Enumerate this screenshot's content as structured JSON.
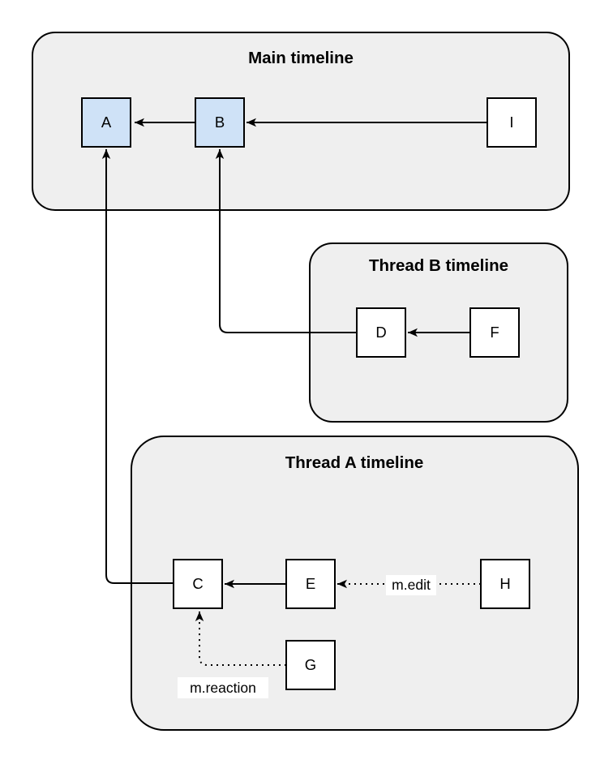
{
  "diagram": {
    "colors": {
      "container_fill": "#efefef",
      "container_stroke": "#000000",
      "event_fill": "#ffffff",
      "event_highlight_fill": "#cfe2f7",
      "event_stroke": "#000000",
      "arrow_color": "#000000",
      "label_bg": "#ffffff"
    },
    "containers": {
      "main": {
        "title": "Main timeline"
      },
      "thread_b": {
        "title": "Thread B timeline"
      },
      "thread_a": {
        "title": "Thread A timeline"
      }
    },
    "events": {
      "a": {
        "label": "A"
      },
      "b": {
        "label": "B"
      },
      "i": {
        "label": "I"
      },
      "d": {
        "label": "D"
      },
      "f": {
        "label": "F"
      },
      "c": {
        "label": "C"
      },
      "e": {
        "label": "E"
      },
      "h": {
        "label": "H"
      },
      "g": {
        "label": "G"
      }
    },
    "edge_labels": {
      "edit": "m.edit",
      "reaction": "m.reaction"
    }
  }
}
